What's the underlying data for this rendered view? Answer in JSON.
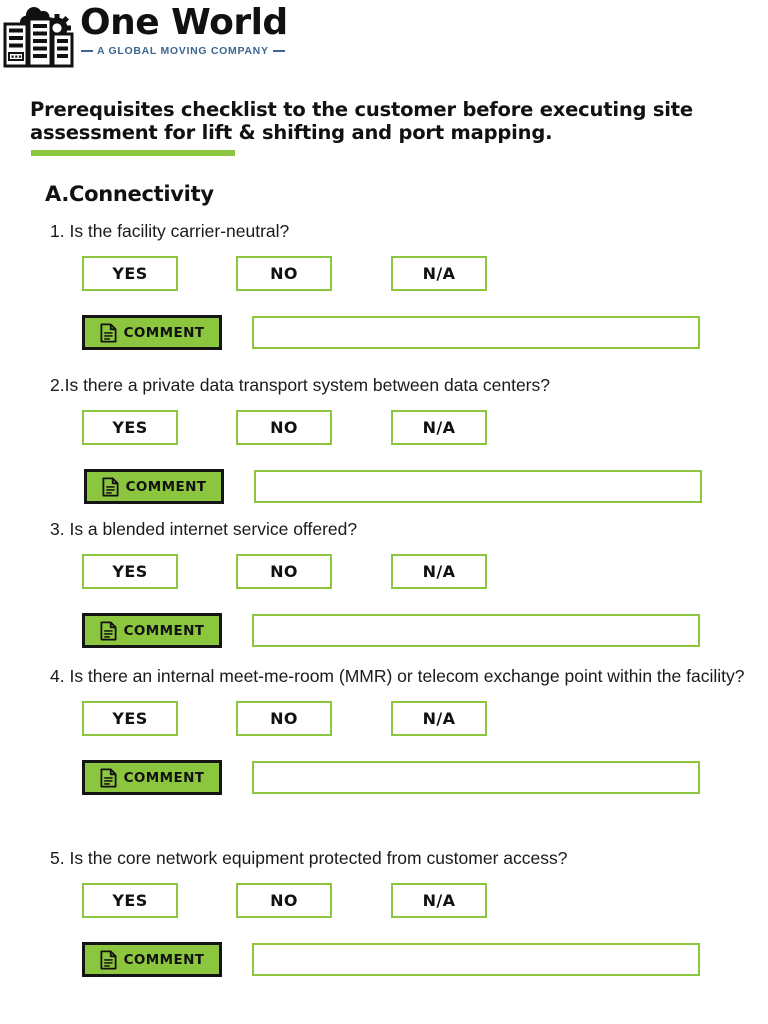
{
  "brand": {
    "logo_icon": "data-center-servers-cloud-gear-icon",
    "name": "One World",
    "tagline": "A GLOBAL MOVING COMPANY",
    "tagline_color": "#3d678f",
    "accent_color": "#8cc63e",
    "text_color": "#111111"
  },
  "document": {
    "title": "Prerequisites checklist to the customer before executing site assessment for lift & shifting and port mapping.",
    "accent_rule_color": "#8cc63e"
  },
  "section": {
    "heading": "A.Connectivity"
  },
  "choices": {
    "yes_label": "YES",
    "no_label": "NO",
    "na_label": "N/A"
  },
  "comment": {
    "button_label": "COMMENT",
    "button_icon": "document-icon",
    "input_value": "",
    "input_placeholder": ""
  },
  "questions": [
    {
      "id": "q1",
      "text": "1. Is the facility carrier-neutral?",
      "selected": "",
      "comment_value": ""
    },
    {
      "id": "q2",
      "text": "2.Is there a private data transport system between data centers?",
      "selected": "",
      "comment_value": ""
    },
    {
      "id": "q3",
      "text": "3. Is a blended internet service offered?",
      "selected": "",
      "comment_value": ""
    },
    {
      "id": "q4",
      "text": "4. Is there an internal meet-me-room (MMR) or telecom exchange point within the facility?",
      "selected": "",
      "comment_value": ""
    },
    {
      "id": "q5",
      "text": "5. Is the core network equipment protected from customer access?",
      "selected": "",
      "comment_value": ""
    }
  ]
}
